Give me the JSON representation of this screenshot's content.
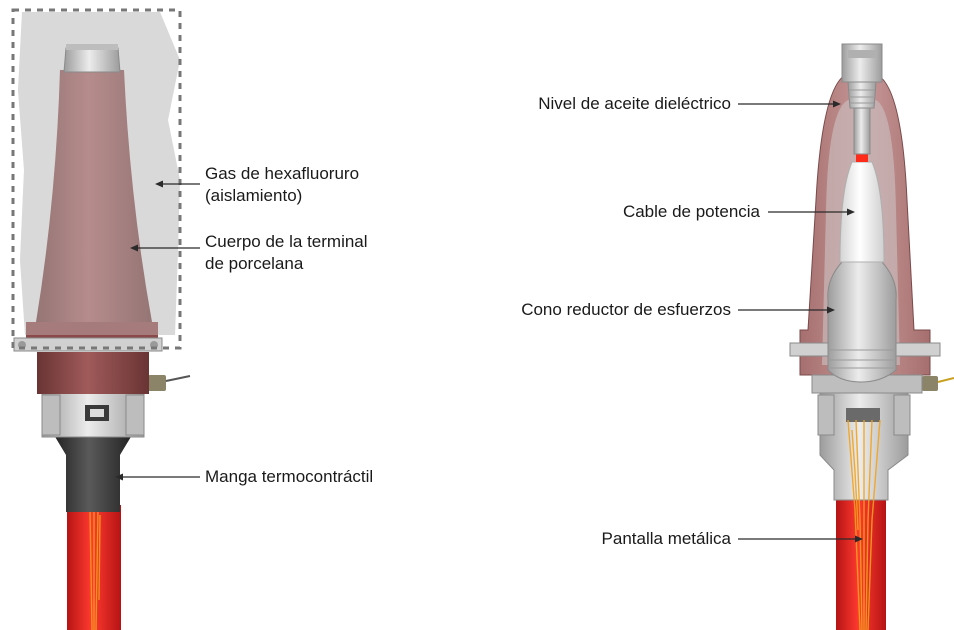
{
  "labels": {
    "gas": "Gas de hexafluoruro",
    "gas_note": "(aislamiento)",
    "body_line1": "Cuerpo de la terminal",
    "body_line2": "de porcelana",
    "sleeve": "Manga termocontráctil",
    "oil": "Nivel de aceite dieléctrico",
    "cable": "Cable de potencia",
    "cone": "Cono reductor de esfuerzos",
    "screen": "Pantalla metálica"
  },
  "colors": {
    "text": "#1a1a1a",
    "leader": "#2a2a2a",
    "porcelain": "#8e4e4e",
    "porcelain_section": "#b98585",
    "gas_envelope": "#c6c6c6",
    "metal": "#c9c9c9",
    "sleeve": "#3a3a3a",
    "cable": "#e02222",
    "strands": "#f2a21c"
  }
}
